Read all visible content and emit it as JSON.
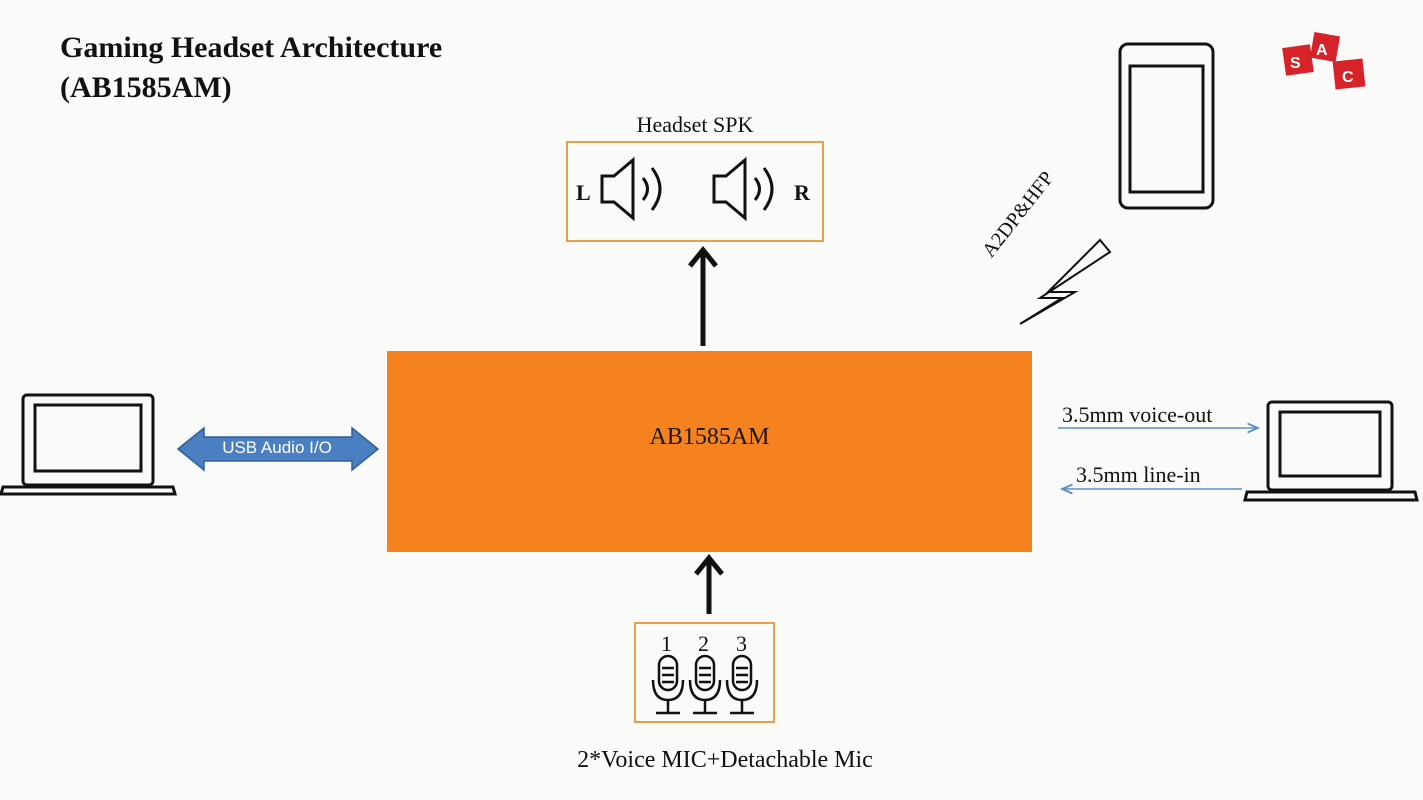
{
  "title": {
    "line1": "Gaming Headset Architecture",
    "line2": "(AB1585AM)"
  },
  "logo": {
    "letters": "ASC",
    "color": "#d6232a"
  },
  "speaker": {
    "caption": "Headset SPK",
    "left": "L",
    "right": "R",
    "icon": "speaker-icon"
  },
  "chip": {
    "label": "AB1585AM",
    "color": "#f5821f"
  },
  "usb": {
    "label": "USB Audio I/O",
    "color": "#4a7fc1"
  },
  "wireless": {
    "label": "A2DP&HFP",
    "icon": "lightning-icon"
  },
  "right_links": {
    "voice_out": "3.5mm voice-out",
    "line_in": "3.5mm line-in"
  },
  "mics": {
    "numbers": [
      "1",
      "2",
      "3"
    ],
    "caption": "2*Voice MIC+Detachable Mic",
    "icon": "microphone-icon"
  },
  "devices": {
    "left": "laptop-icon",
    "right": "laptop-icon",
    "top_right": "phone-icon"
  }
}
